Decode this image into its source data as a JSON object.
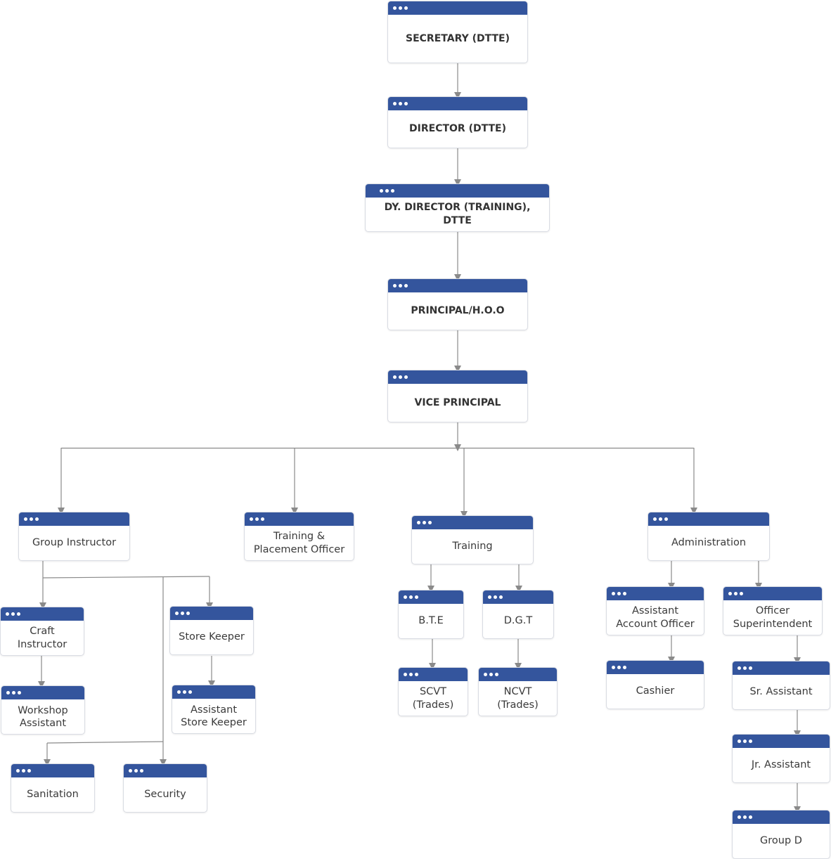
{
  "nodes": {
    "secretary": "SECRETARY (DTTE)",
    "director": "DIRECTOR (DTTE)",
    "dy_director": "DY. DIRECTOR (TRAINING), DTTE",
    "principal": "PRINCIPAL/H.O.O",
    "vice_principal": "VICE PRINCIPAL",
    "group_instructor": "Group Instructor",
    "training_placement": "Training &\nPlacement Officer",
    "training": "Training",
    "administration": "Administration",
    "craft_instructor": "Craft Instructor",
    "store_keeper": "Store Keeper",
    "workshop_assistant": "Workshop\nAssistant",
    "assistant_store_keeper": "Assistant\nStore Keeper",
    "sanitation": "Sanitation",
    "security": "Security",
    "bte": "B.T.E",
    "dgt": "D.G.T",
    "scvt": "SCVT\n(Trades)",
    "ncvt": "NCVT\n(Trades)",
    "assistant_account_officer": "Assistant\nAccount Officer",
    "officer_superintendent": "Officer\nSuperintendent",
    "cashier": "Cashier",
    "sr_assistant": "Sr. Assistant",
    "jr_assistant": "Jr. Assistant",
    "group_d": "Group D"
  },
  "colors": {
    "header_bar": "#34559d",
    "connector": "#8a8a8a",
    "node_border": "#d9dce3",
    "text": "#3a3a3a"
  }
}
